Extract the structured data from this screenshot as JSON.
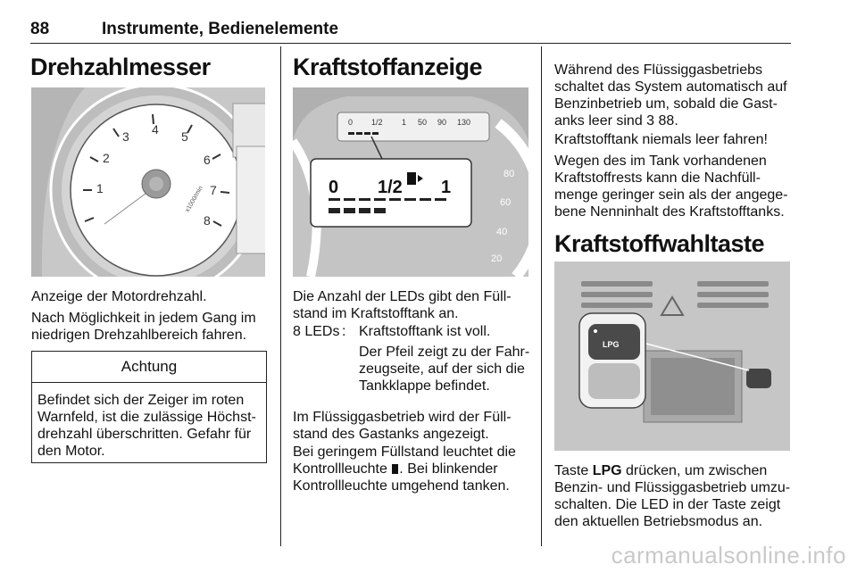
{
  "header": {
    "page_number": "88",
    "chapter": "Instrumente, Bedienelemente"
  },
  "col1": {
    "heading": "Drehzahlmesser",
    "figure_icon": "tachometer-illustration",
    "gauge_numbers": [
      "1",
      "2",
      "3",
      "4",
      "5",
      "6",
      "7",
      "8"
    ],
    "gauge_unit": "x1000/min",
    "p1": "Anzeige der Motordrehzahl.",
    "p2": "Nach Möglichkeit in jedem Gang im niedrigen Drehzahlbereich fahren.",
    "warning": {
      "title": "Achtung",
      "body": "Befindet sich der Zeiger im roten Warnfeld, ist die zulässige Höchst-drehzahl überschritten. Gefahr für den Motor."
    }
  },
  "col2": {
    "heading": "Kraftstoffanzeige",
    "figure_icon": "fuel-gauge-illustration",
    "fig_labels": {
      "zero": "0",
      "half": "1/2",
      "full": "1",
      "t50": "50",
      "t90": "90",
      "t130": "130"
    },
    "p1": "Die Anzahl der LEDs gibt den Füll-stand im Kraftstofftank an.",
    "def_term": "8 LEDs",
    "def_colon": ":",
    "def_desc1": "Kraftstofftank ist voll.",
    "def_desc2": "Der Pfeil zeigt zu der Fahr-zeugseite, auf der sich die Tankklappe befindet.",
    "p2": "Im Flüssiggasbetrieb wird der Füll-stand des Gastanks angezeigt.",
    "p3_a": "Bei geringem Füllstand leuchtet die Kontrollleuchte ",
    "p3_icon": "fuel-pump-icon",
    "p3_b": ". Bei blinkender Kontrollleuchte umgehend tanken."
  },
  "col3": {
    "p1_a": "Während des Flüssiggasbetriebs schaltet das System automatisch auf Benzinbetrieb um, sobald die Gast-anks leer sind ",
    "p1_ref": "3",
    "p1_page": " 88.",
    "p2": "Kraftstofftank niemals leer fahren!",
    "p3": "Wegen des im Tank vorhandenen Kraftstoffrests kann die Nachfüll-menge geringer sein als der angege-bene Nenninhalt des Kraftstofftanks.",
    "heading": "Kraftstoffwahltaste",
    "figure_icon": "lpg-button-illustration",
    "fig_button_label": "LPG",
    "p4_a": "Taste ",
    "p4_bold": "LPG",
    "p4_b": " drücken, um zwischen Benzin- und Flüssiggasbetrieb umzu-schalten. Die LED in der Taste zeigt den aktuellen Betriebsmodus an."
  },
  "watermark": "carmanualsonline.info",
  "colors": {
    "figure_bg": "#cfcfcf",
    "rule": "#222222",
    "watermark": "#c9c9c9"
  }
}
